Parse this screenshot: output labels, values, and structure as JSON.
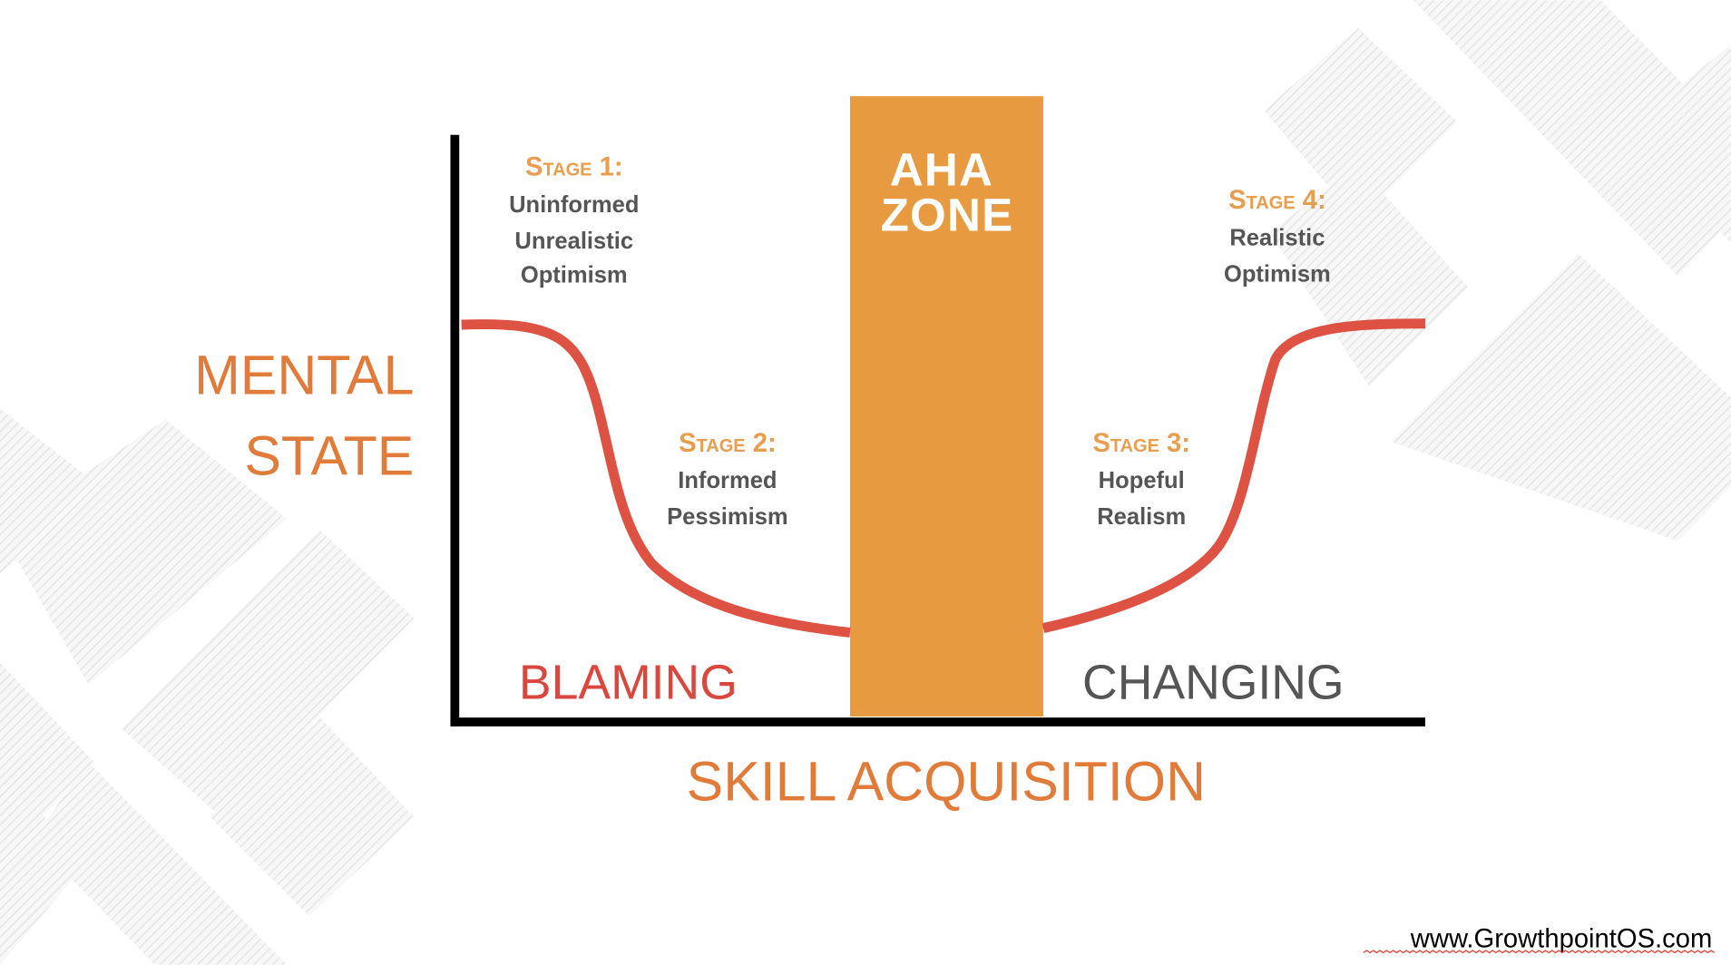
{
  "colors": {
    "axis_title": "#E07B39",
    "stage_heading": "#E99E4F",
    "stage_text": "#555555",
    "aha_zone": "#E89A40",
    "curve": "#DE5244",
    "blaming": "#D9473F",
    "changing": "#555555",
    "background_hatch": "#E6E6E6"
  },
  "y_axis_label": [
    "MENTAL",
    "STATE"
  ],
  "x_axis_label": "SKILL ACQUISITION",
  "aha_zone": {
    "line1": "AHA",
    "line2": "ZONE"
  },
  "stages": [
    {
      "heading": "Stage 1:",
      "lines": [
        "Uninformed",
        "Unrealistic",
        "Optimism"
      ]
    },
    {
      "heading": "Stage 2:",
      "lines": [
        "Informed",
        "Pessimism"
      ]
    },
    {
      "heading": "Stage 3:",
      "lines": [
        "Hopeful",
        "Realism"
      ]
    },
    {
      "heading": "Stage 4:",
      "lines": [
        "Realistic",
        "Optimism"
      ]
    }
  ],
  "zones": {
    "left": "BLAMING",
    "right": "CHANGING"
  },
  "footer": {
    "url": "www.GrowthpointOS.com"
  }
}
